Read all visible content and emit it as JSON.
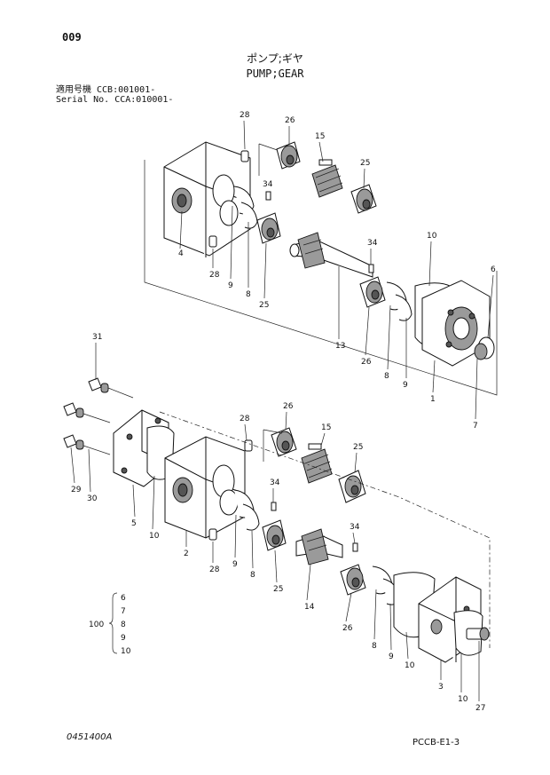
{
  "header": {
    "page_number": "009",
    "title_jp": "ポンプ;ギヤ",
    "title_en": "PUMP;GEAR",
    "serial_line_1": "適用号機  CCB:001001-",
    "serial_line_2": "Serial No. CCA:010001-"
  },
  "callouts": {
    "c28a": "28",
    "c26a": "26",
    "c15a": "15",
    "c25a": "25",
    "c34a": "34",
    "c4": "4",
    "c28b": "28",
    "c9a": "9",
    "c8a": "8",
    "c25b": "25",
    "c34b": "34",
    "c10a": "10",
    "c6a": "6",
    "c13": "13",
    "c26b": "26",
    "c8b": "8",
    "c9b": "9",
    "c1": "1",
    "c7a": "7",
    "c31": "31",
    "c28c": "28",
    "c26c": "26",
    "c15b": "15",
    "c25c": "25",
    "c34c": "34",
    "c29": "29",
    "c30": "30",
    "c5": "5",
    "c10b": "10",
    "c2": "2",
    "c28d": "28",
    "c9c": "9",
    "c8c": "8",
    "c25d": "25",
    "c34d": "34",
    "c14": "14",
    "c26d": "26",
    "c8d": "8",
    "c9d": "9",
    "c10c": "10",
    "c3": "3",
    "c10d": "10",
    "c27": "27"
  },
  "kit": {
    "label": "100",
    "items": [
      "6",
      "7",
      "8",
      "9",
      "10"
    ]
  },
  "footer": {
    "drawing_code": "0451400A",
    "page_code": "PCCB-E1-3"
  }
}
